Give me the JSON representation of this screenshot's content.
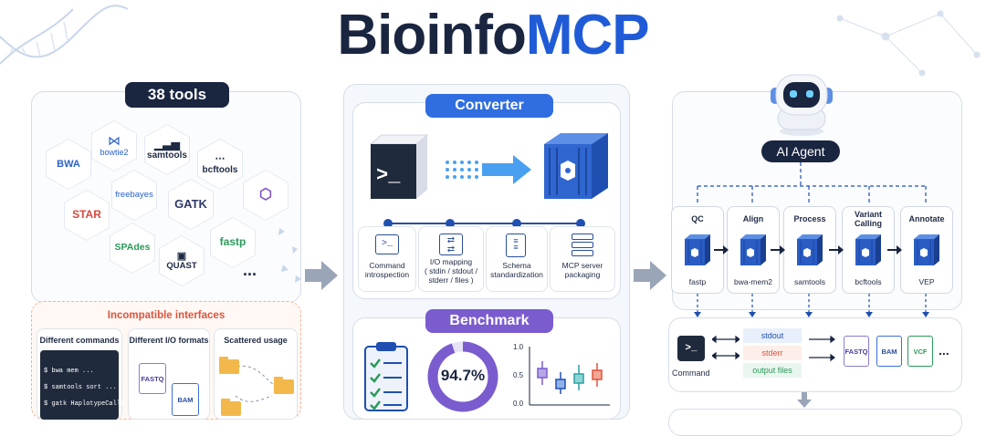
{
  "title": {
    "part1": "Bioinfo",
    "part2": "MCP"
  },
  "left_panel": {
    "badge": "38 tools",
    "tools": [
      "BWA",
      "bowtie2",
      "samtools",
      "bcftools",
      "freebayes",
      "GATK",
      "STAR",
      "SPAdes",
      "QUAST",
      "fastp"
    ],
    "more": "...",
    "incompatible": {
      "title": "Incompatible interfaces",
      "col1_title": "Different commands",
      "commands": [
        "$ bwa mem ...",
        "$ samtools sort ...",
        "$ gatk HaplotypeCaller ..."
      ],
      "col2_title": "Different I/O formats",
      "formats": [
        "FASTQ",
        "BAM"
      ],
      "col3_title": "Scattered usage"
    }
  },
  "converter": {
    "badge": "Converter",
    "steps": [
      {
        "label": "Command\nintrospection"
      },
      {
        "label": "I/O mapping\n( stdin / stdout /\nstderr / files )"
      },
      {
        "label": "Schema\nstandardization"
      },
      {
        "label": "MCP server\npackaging"
      }
    ]
  },
  "benchmark": {
    "badge": "Benchmark",
    "donut_value": "94.7%",
    "donut_fraction": 0.947,
    "boxplot_ticks": [
      "1.0",
      "0.5",
      "0.0"
    ]
  },
  "agent": {
    "badge": "AI Agent",
    "stages": [
      {
        "title": "QC",
        "tool": "fastp"
      },
      {
        "title": "Align",
        "tool": "bwa-mem2"
      },
      {
        "title": "Process",
        "tool": "samtools"
      },
      {
        "title": "Variant\nCalling",
        "tool": "bcftools"
      },
      {
        "title": "Annotate",
        "tool": "VEP"
      }
    ],
    "io": {
      "command_label": "Command",
      "streams": [
        "stdout",
        "stderr",
        "output files"
      ],
      "files": [
        "FASTQ",
        "BAM",
        "VCF"
      ],
      "more": "..."
    }
  },
  "colors": {
    "brand_dark": "#1a2540",
    "brand_blue": "#1f5bd6",
    "converter_blue": "#2f6de1",
    "benchmark_purple": "#7a5ccf",
    "stderr_red": "#e0533c",
    "files_green": "#2b9a5a"
  }
}
